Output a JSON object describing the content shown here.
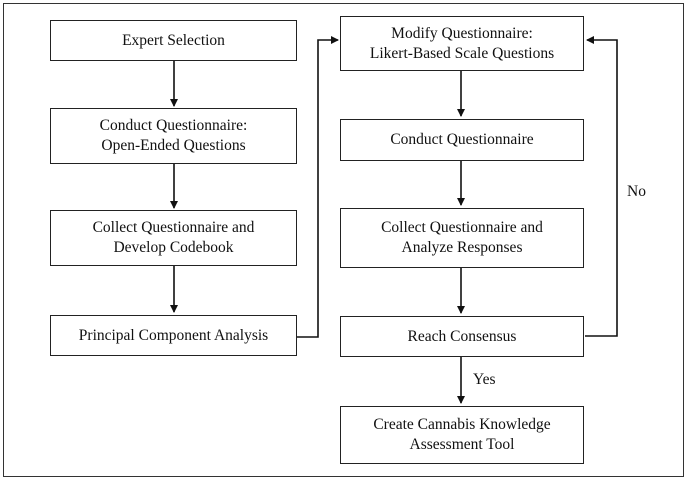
{
  "nodes": {
    "expert_selection": "Expert Selection",
    "conduct_q1": "Conduct Questionnaire:\nOpen-Ended Questions",
    "collect_codebook": "Collect Questionnaire and\nDevelop Codebook",
    "pca": "Principal Component Analysis",
    "modify_q": "Modify Questionnaire:\nLikert-Based Scale Questions",
    "conduct_q2": "Conduct Questionnaire",
    "collect_analyze": "Collect Questionnaire and\nAnalyze Responses",
    "consensus": "Reach Consensus",
    "create_tool": "Create Cannabis Knowledge\nAssessment Tool"
  },
  "edge_labels": {
    "no": "No",
    "yes": "Yes"
  }
}
